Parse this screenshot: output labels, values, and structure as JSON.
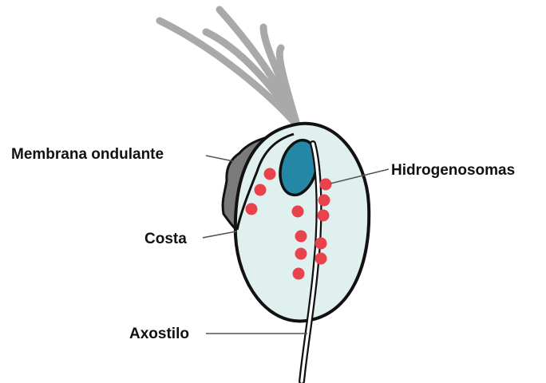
{
  "labels": {
    "membrana": "Membrana ondulante",
    "costa": "Costa",
    "axostilo": "Axostilo",
    "hidrogenosomas": "Hidrogenosomas"
  },
  "colors": {
    "cell_fill": "#dff0ee",
    "outline": "#111111",
    "flagella": "#a9a9a9",
    "membrane": "#7a7a7a",
    "nucleus": "#2487a6",
    "hydrogenosome": "#e8424c"
  }
}
